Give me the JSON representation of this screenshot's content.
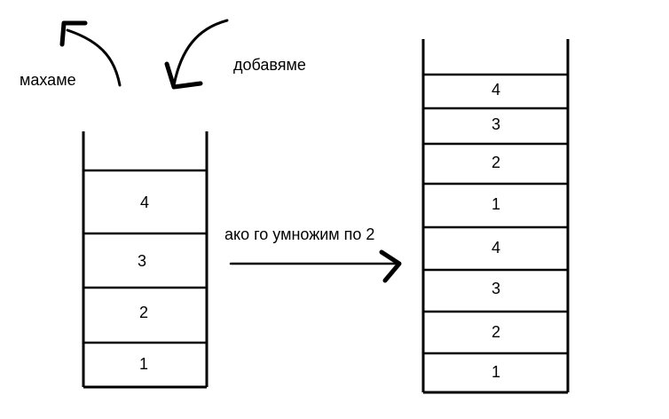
{
  "labels": {
    "remove": "махаме",
    "add": "добавяме",
    "operation": "ако го умножим по 2"
  },
  "stacks": {
    "before": {
      "cells": [
        "4",
        "3",
        "2",
        "1"
      ]
    },
    "after": {
      "cells": [
        "4",
        "3",
        "2",
        "1",
        "4",
        "3",
        "2",
        "1"
      ]
    }
  },
  "colors": {
    "ink": "#000000",
    "background": "#ffffff"
  }
}
